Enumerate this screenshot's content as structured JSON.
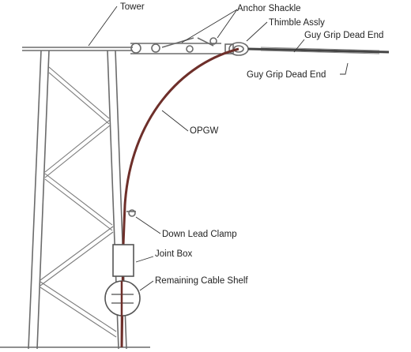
{
  "labels": {
    "tower": "Tower",
    "anchor_shackle": "Anchor Shackle",
    "thimble_assy": "Thimble Assly",
    "guy_grip_1": "Guy Grip Dead End",
    "guy_grip_2": "Guy Grip Dead End",
    "opgw": "OPGW",
    "down_lead_clamp": "Down Lead Clamp",
    "joint_box": "Joint Box",
    "remaining_cable_shelf": "Remaining Cable Shelf"
  },
  "colors": {
    "opgw_cable": "#6e2f2a",
    "steel": "#6b6b6b",
    "text": "#222222"
  }
}
